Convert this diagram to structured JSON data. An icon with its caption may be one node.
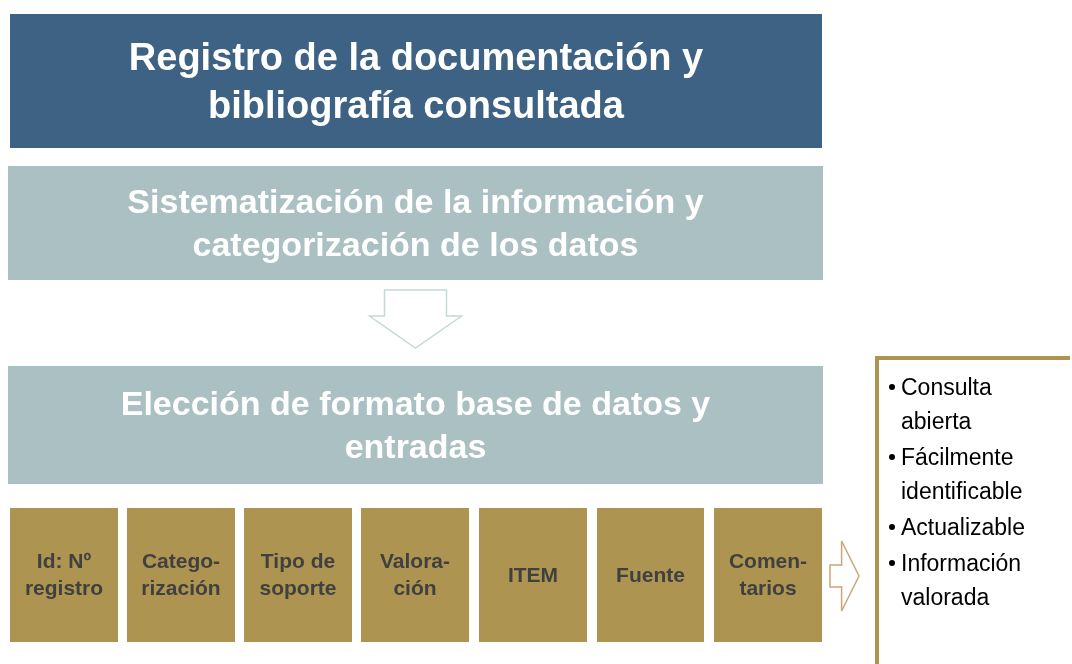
{
  "diagram": {
    "nodes": [
      {
        "text": [
          "Registro de la documentación y bibliografía consultada"
        ]
      },
      {
        "text": [
          "Sistematización de la información y categorización de los datos"
        ]
      },
      {
        "text": [
          "Elección de formato base de datos y entradas"
        ]
      },
      {
        "text": [
          "Id: Nº registro"
        ]
      },
      {
        "text": [
          "Catego- rización"
        ]
      },
      {
        "text": [
          "Tipo de soporte"
        ]
      },
      {
        "text": [
          "Valora- ción"
        ]
      },
      {
        "text": [
          "ITEM"
        ]
      },
      {
        "text": [
          "Fuente"
        ]
      },
      {
        "text": [
          "Comen- tarios"
        ]
      },
      {
        "text": [
          "Consulta abierta",
          "Fácilmente identificable",
          "Actualizable",
          "Información valorada"
        ]
      }
    ],
    "edges": [
      {
        "from": 1,
        "to": 2,
        "arrow": "to",
        "color": "#c8d8d8"
      },
      {
        "from": 9,
        "to": 10,
        "arrow": "to",
        "color": "#c8a878"
      }
    ]
  }
}
